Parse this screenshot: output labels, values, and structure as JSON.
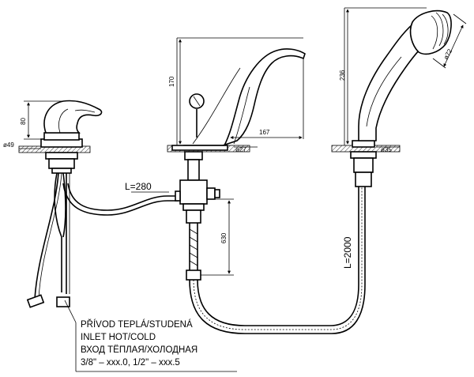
{
  "dimensions": {
    "lever_height": "80",
    "lever_diameter": "ø49",
    "spout_height": "170",
    "spout_reach": "167",
    "spout_diameter": "ø27",
    "connector_length": "L=280",
    "valve_drop": "630",
    "shower_height": "236",
    "shower_head_diameter": "ø72",
    "shower_base_diameter": "ø35",
    "hose_length": "L=2000"
  },
  "note": {
    "line1": "PŘÍVOD TEPLÁ/STUDENÁ",
    "line2": "INLET HOT/COLD",
    "line3": "ВХОД ТЁПЛАЯ/ХОЛОДНАЯ",
    "line4": "3/8\" – xxx.0, 1/2\" – xxx.5"
  }
}
